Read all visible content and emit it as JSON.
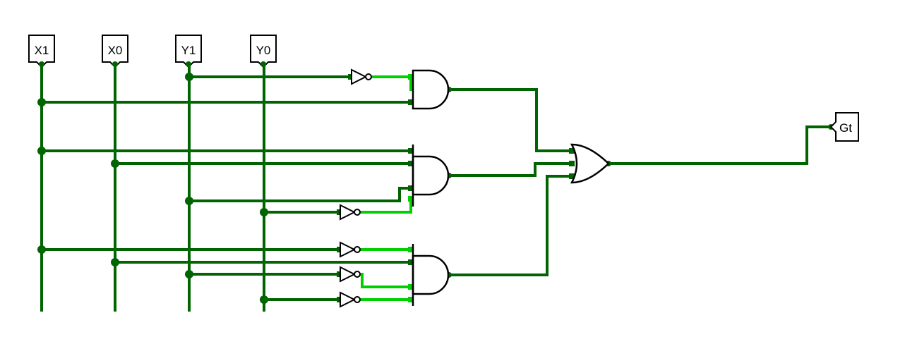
{
  "inputs": [
    "X1",
    "X0",
    "Y1",
    "Y0"
  ],
  "output": "Gt",
  "colors": {
    "background": "#ffffff",
    "wire_dark": "#006400",
    "wire_bright": "#00d000",
    "gate_stroke": "#000000"
  },
  "gates": {
    "and_count": 3,
    "or_count": 1,
    "not_count": 5
  }
}
